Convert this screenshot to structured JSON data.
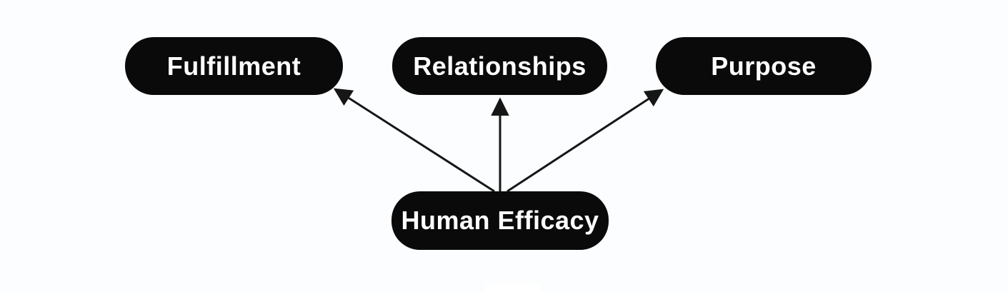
{
  "diagram": {
    "type": "flowchart",
    "direction": "bottom-to-top",
    "background_color": "#fbfdfe",
    "node_fill_color": "#0a0a0a",
    "node_text_color": "#ffffff",
    "arrow_color": "#161616",
    "nodes": [
      {
        "id": "fulfillment",
        "label": "Fulfillment"
      },
      {
        "id": "relationships",
        "label": "Relationships"
      },
      {
        "id": "purpose",
        "label": "Purpose"
      },
      {
        "id": "human-efficacy",
        "label": "Human Efficacy"
      }
    ],
    "edges": [
      {
        "from": "Human Efficacy",
        "to": "Fulfillment"
      },
      {
        "from": "Human Efficacy",
        "to": "Relationships"
      },
      {
        "from": "Human Efficacy",
        "to": "Purpose"
      }
    ]
  }
}
